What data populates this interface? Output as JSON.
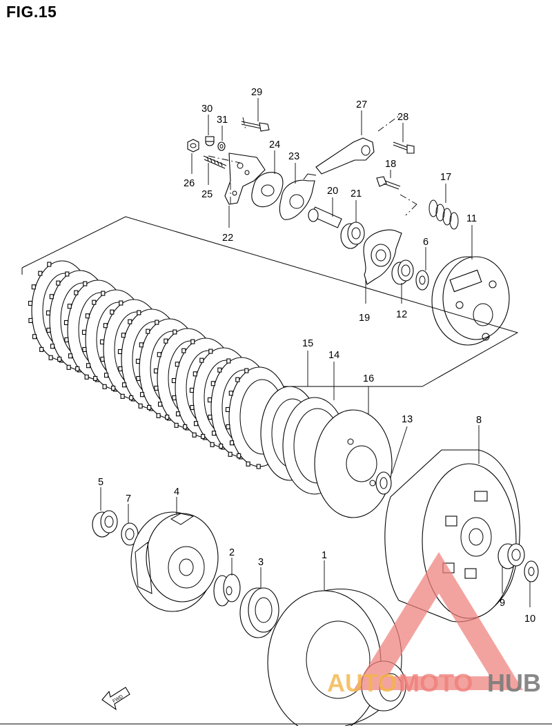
{
  "figure": {
    "title": "FIG.15"
  },
  "callouts": [
    {
      "id": "p1",
      "label": "1"
    },
    {
      "id": "p2",
      "label": "2"
    },
    {
      "id": "p3",
      "label": "3"
    },
    {
      "id": "p4",
      "label": "4"
    },
    {
      "id": "p5",
      "label": "5"
    },
    {
      "id": "p6",
      "label": "6"
    },
    {
      "id": "p7",
      "label": "7"
    },
    {
      "id": "p8",
      "label": "8"
    },
    {
      "id": "p9",
      "label": "9"
    },
    {
      "id": "p10",
      "label": "10"
    },
    {
      "id": "p11",
      "label": "11"
    },
    {
      "id": "p12",
      "label": "12"
    },
    {
      "id": "p13",
      "label": "13"
    },
    {
      "id": "p14",
      "label": "14"
    },
    {
      "id": "p15",
      "label": "15"
    },
    {
      "id": "p16",
      "label": "16"
    },
    {
      "id": "p17",
      "label": "17"
    },
    {
      "id": "p18",
      "label": "18"
    },
    {
      "id": "p19",
      "label": "19"
    },
    {
      "id": "p20",
      "label": "20"
    },
    {
      "id": "p21",
      "label": "21"
    },
    {
      "id": "p22",
      "label": "22"
    },
    {
      "id": "p23",
      "label": "23"
    },
    {
      "id": "p24",
      "label": "24"
    },
    {
      "id": "p25",
      "label": "25"
    },
    {
      "id": "p26",
      "label": "26"
    },
    {
      "id": "p27",
      "label": "27"
    },
    {
      "id": "p28",
      "label": "28"
    },
    {
      "id": "p29",
      "label": "29"
    },
    {
      "id": "p30",
      "label": "30"
    },
    {
      "id": "p31",
      "label": "31"
    }
  ],
  "direction_arrow": {
    "label": "FWD"
  },
  "watermark": {
    "part1": "AUTO",
    "part2": "MOTO",
    "part3": "HUB",
    "colors": {
      "auto": "#f3b548",
      "moto": "#ef7f7a",
      "hub": "#7c7c7c",
      "triangle": "#ef7f7a"
    }
  }
}
